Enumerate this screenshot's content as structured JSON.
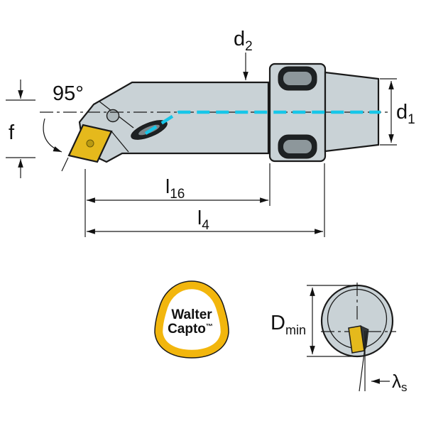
{
  "title": "Boring bar dimensional drawing",
  "colors": {
    "body_gray": "#c9d2d6",
    "insert_gold": "#e5b91c",
    "coolant_cyan": "#17c6e8",
    "logo_gold": "#f2b60d",
    "slot_dark": "#1d2123",
    "outline": "#1a1a1a"
  },
  "side_view": {
    "angle_label": "95°",
    "f_label": "f",
    "d2": {
      "base": "d",
      "sub": "2"
    },
    "d1": {
      "base": "d",
      "sub": "1"
    },
    "l16": {
      "base": "l",
      "sub": "16"
    },
    "l4": {
      "base": "l",
      "sub": "4"
    }
  },
  "logo": {
    "line1": "Walter",
    "line2": "Capto",
    "tm": "™"
  },
  "front_view": {
    "dmin": {
      "base": "D",
      "sub": "min"
    },
    "lambda": {
      "base": "λ",
      "sub": "s"
    }
  }
}
